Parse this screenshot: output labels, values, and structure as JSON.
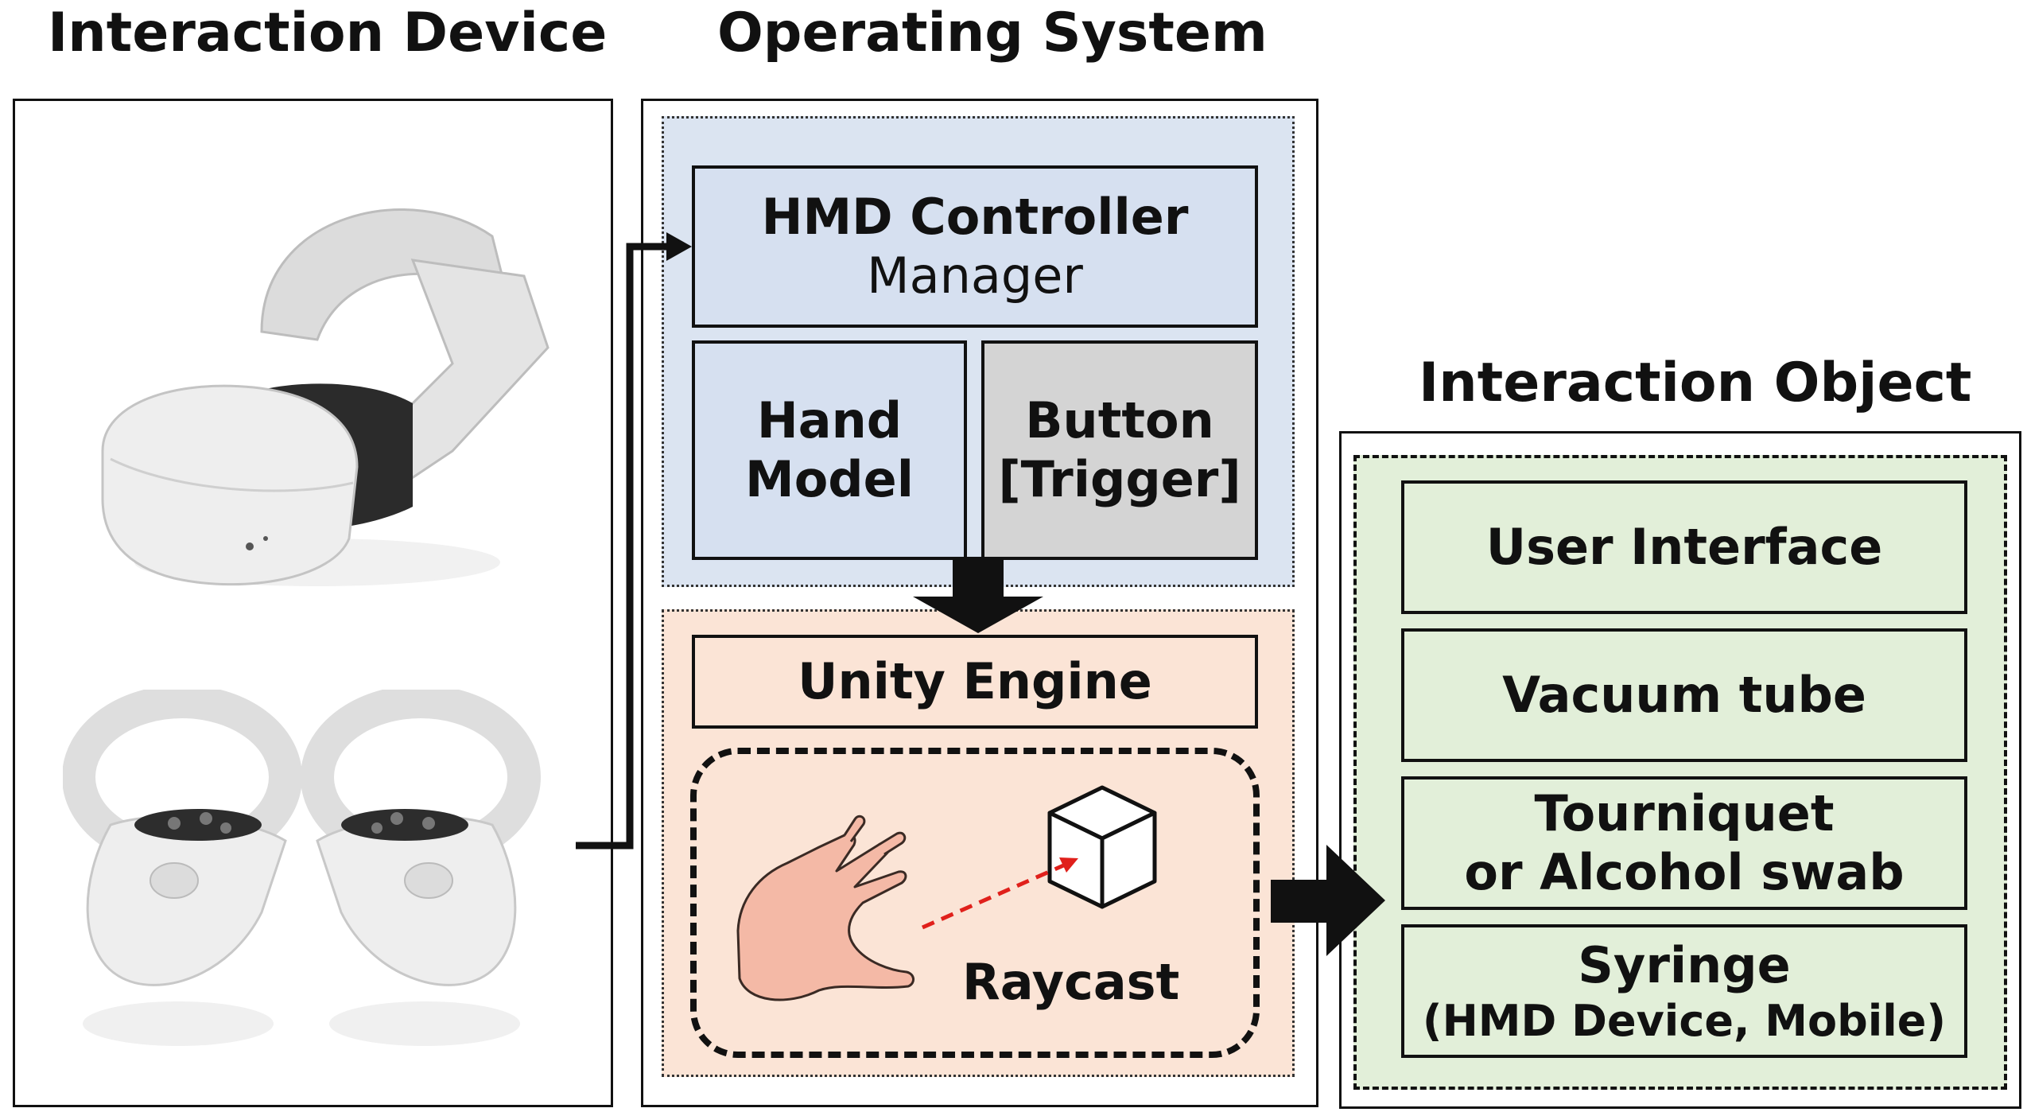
{
  "columns": {
    "device": {
      "heading": "Interaction Device"
    },
    "os": {
      "heading": "Operating System"
    },
    "object": {
      "heading": "Interaction Object"
    }
  },
  "os": {
    "controller_manager": {
      "title": "HMD Controller",
      "subtitle": "Manager"
    },
    "hand_model": {
      "line1": "Hand",
      "line2": "Model"
    },
    "button_trigger": {
      "line1": "Button",
      "line2": "[Trigger]"
    },
    "unity_engine": "Unity Engine",
    "raycast": "Raycast"
  },
  "objects": {
    "user_interface": "User Interface",
    "vacuum_tube": "Vacuum tube",
    "tourniquet": {
      "line1": "Tourniquet",
      "line2": "or Alcohol swab"
    },
    "syringe": {
      "line1": "Syringe",
      "line2": "(HMD Device, Mobile)"
    }
  },
  "colors": {
    "controller_zone": "#dbe4f1",
    "controller_box": "#d6e0f0",
    "trigger_box": "#d4d4d4",
    "engine_zone": "#fbe4d6",
    "object_zone": "#e2efd9",
    "hand_skin": "#f4b9a6",
    "ray": "#e0201b",
    "device_plastic": "#eeeeee",
    "device_dark": "#2b2b2b"
  }
}
